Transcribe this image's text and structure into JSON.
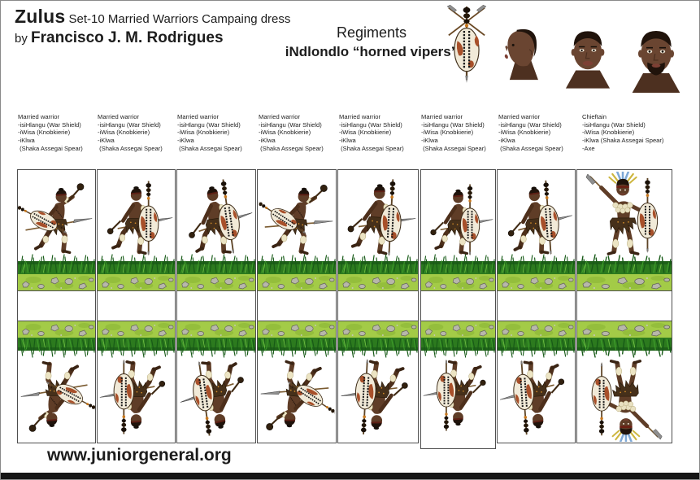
{
  "page": {
    "title_main": "Zulus",
    "title_rest": "Set-10 Married Warriors Campaing dress",
    "byline_prefix": "by",
    "author": "Francisco J. M. Rodrigues",
    "regiments_label": "Regiments",
    "regiment_name": "iNdlondlo “horned vipers”",
    "website": "www.juniorgeneral.org"
  },
  "header_art": {
    "shield_emblem_icon": "zulu-war-shield-with-crossed-spears",
    "heads": [
      "warrior-head-profile",
      "warrior-head-front",
      "chieftain-head-bearded"
    ]
  },
  "columns": [
    {
      "role": "Married warrior",
      "equipment": [
        "-isiHlangu (War Shield)",
        "-iWisa (Knobkierie)",
        "-iKlwa",
        " (Shaka Assegai Spear)"
      ],
      "figure": "married-warrior-running-shield-at-side"
    },
    {
      "role": "Married warrior",
      "equipment": [
        "-isiHlangu (War Shield)",
        "-iWisa (Knobkierie)",
        "-iKlwa",
        " (Shaka Assegai Spear)"
      ],
      "figure": "married-warrior-running-shield-front"
    },
    {
      "role": "Married warrior",
      "equipment": [
        "-isiHlangu (War Shield)",
        "-iWisa (Knobkierie)",
        "-iKlwa",
        " (Shaka Assegai Spear)"
      ],
      "figure": "married-warrior-running-shield-tilted"
    },
    {
      "role": "Married warrior",
      "equipment": [
        "-isiHlangu (War Shield)",
        "-iWisa (Knobkierie)",
        "-iKlwa",
        " (Shaka Assegai Spear)"
      ],
      "figure": "married-warrior-running-spear-raised"
    },
    {
      "role": "Married warrior",
      "equipment": [
        "-isiHlangu (War Shield)",
        "-iWisa (Knobkierie)",
        "-iKlwa",
        " (Shaka Assegai Spear)"
      ],
      "figure": "married-warrior-running-shield-front"
    },
    {
      "role": "Married warrior",
      "equipment": [
        "-isiHlangu (War Shield)",
        "-iWisa (Knobkierie)",
        "-iKlwa",
        " (Shaka Assegai Spear)"
      ],
      "figure": "married-warrior-running-shield-front"
    },
    {
      "role": "Married warrior",
      "equipment": [
        "-isiHlangu (War Shield)",
        "-iWisa (Knobkierie)",
        "-iKlwa",
        " (Shaka Assegai Spear)"
      ],
      "figure": "married-warrior-running-shield-front"
    },
    {
      "role": "Chieftain",
      "equipment": [
        "-isiHlangu (War Shield)",
        "-iWisa (Knobkierie)",
        "-iKlwa (Shaka Assegai Spear)",
        "-Axe"
      ],
      "figure": "chieftain-feather-headdress-spear-raised"
    }
  ],
  "colors": {
    "shield_rust": "#a8502a",
    "shield_cream": "#f1ead8",
    "grass_green": "#2c7a1e",
    "ground_band_green": "#a3cb47",
    "skin_brown": "#5f3d27",
    "footer_bar": "#161616"
  }
}
